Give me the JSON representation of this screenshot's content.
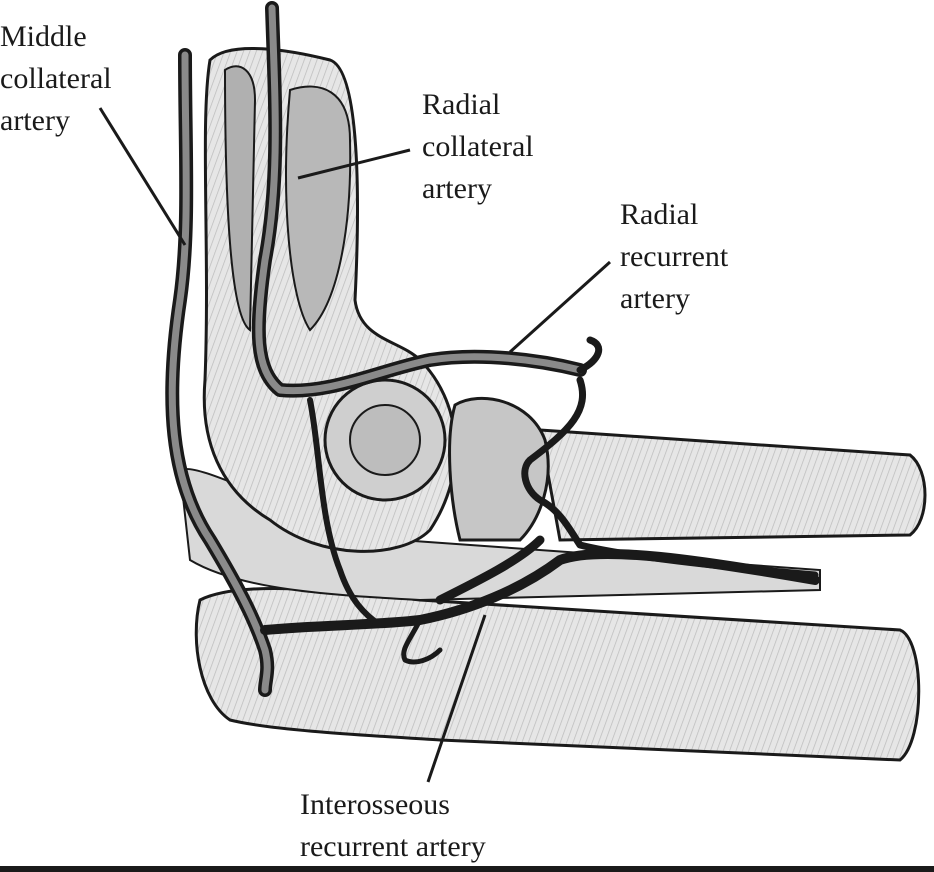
{
  "labels": {
    "middle_collateral": [
      "Middle",
      "collateral",
      "artery"
    ],
    "radial_collateral": [
      "Radial",
      "collateral",
      "artery"
    ],
    "radial_recurrent": [
      "Radial",
      "recurrent",
      "artery"
    ],
    "interosseous_recurrent": [
      "Interosseous",
      "recurrent artery"
    ]
  },
  "colors": {
    "ink": "#1a1a1a",
    "artery_fill": "#8a8a8a",
    "bone_fill": "#e4e4e4",
    "muscle_fill": "#b8b8b8"
  }
}
